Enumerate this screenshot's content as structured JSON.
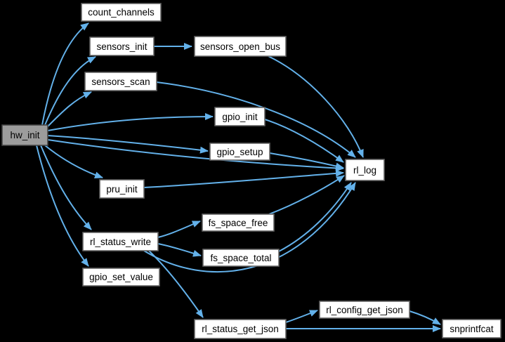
{
  "diagram": {
    "type": "call-graph",
    "root": "hw_init",
    "colors": {
      "background": "#000000",
      "edge": "#63b1ea",
      "node_fill": "#ffffff",
      "node_border": "#636363",
      "root_fill": "#9c9c9c",
      "root_border": "#454545",
      "text": "#000000"
    },
    "nodes": [
      {
        "id": "hw_init",
        "label": "hw_init"
      },
      {
        "id": "count_channels",
        "label": "count_channels"
      },
      {
        "id": "sensors_init",
        "label": "sensors_init"
      },
      {
        "id": "sensors_open_bus",
        "label": "sensors_open_bus"
      },
      {
        "id": "sensors_scan",
        "label": "sensors_scan"
      },
      {
        "id": "gpio_init",
        "label": "gpio_init"
      },
      {
        "id": "gpio_setup",
        "label": "gpio_setup"
      },
      {
        "id": "pru_init",
        "label": "pru_init"
      },
      {
        "id": "rl_log",
        "label": "rl_log"
      },
      {
        "id": "rl_status_write",
        "label": "rl_status_write"
      },
      {
        "id": "fs_space_free",
        "label": "fs_space_free"
      },
      {
        "id": "fs_space_total",
        "label": "fs_space_total"
      },
      {
        "id": "gpio_set_value",
        "label": "gpio_set_value"
      },
      {
        "id": "rl_status_get_json",
        "label": "rl_status_get_json"
      },
      {
        "id": "rl_config_get_json",
        "label": "rl_config_get_json"
      },
      {
        "id": "snprintfcat",
        "label": "snprintfcat"
      }
    ],
    "edges": [
      {
        "from": "hw_init",
        "to": "count_channels"
      },
      {
        "from": "hw_init",
        "to": "sensors_init"
      },
      {
        "from": "hw_init",
        "to": "sensors_scan"
      },
      {
        "from": "hw_init",
        "to": "gpio_init"
      },
      {
        "from": "hw_init",
        "to": "gpio_setup"
      },
      {
        "from": "hw_init",
        "to": "rl_log"
      },
      {
        "from": "hw_init",
        "to": "pru_init"
      },
      {
        "from": "hw_init",
        "to": "rl_status_write"
      },
      {
        "from": "hw_init",
        "to": "gpio_set_value"
      },
      {
        "from": "sensors_init",
        "to": "sensors_open_bus"
      },
      {
        "from": "sensors_open_bus",
        "to": "rl_log"
      },
      {
        "from": "sensors_scan",
        "to": "rl_log"
      },
      {
        "from": "gpio_init",
        "to": "rl_log"
      },
      {
        "from": "gpio_setup",
        "to": "rl_log"
      },
      {
        "from": "pru_init",
        "to": "rl_log"
      },
      {
        "from": "rl_status_write",
        "to": "fs_space_free"
      },
      {
        "from": "rl_status_write",
        "to": "fs_space_total"
      },
      {
        "from": "rl_status_write",
        "to": "rl_log"
      },
      {
        "from": "rl_status_write",
        "to": "rl_status_get_json"
      },
      {
        "from": "fs_space_free",
        "to": "rl_log"
      },
      {
        "from": "fs_space_total",
        "to": "rl_log"
      },
      {
        "from": "rl_status_get_json",
        "to": "rl_config_get_json"
      },
      {
        "from": "rl_status_get_json",
        "to": "snprintfcat"
      },
      {
        "from": "rl_config_get_json",
        "to": "snprintfcat"
      }
    ]
  }
}
